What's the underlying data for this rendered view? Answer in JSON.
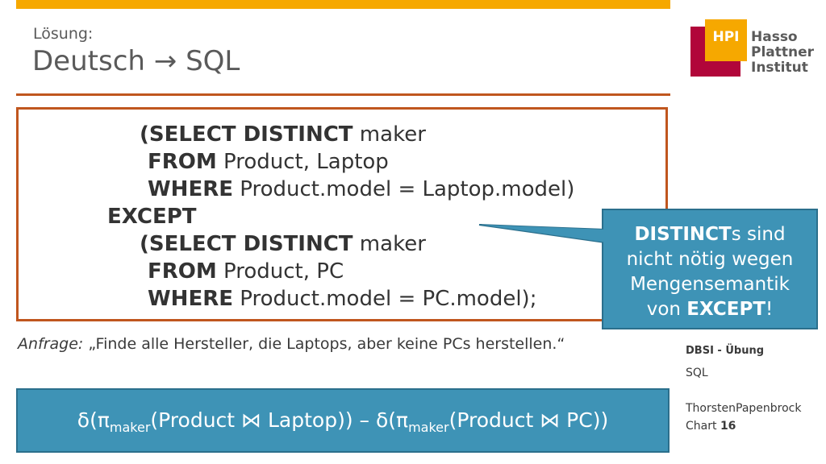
{
  "header": {
    "subtitle": "Lösung:",
    "title_left": "Deutsch",
    "title_arrow": "→",
    "title_right": "SQL"
  },
  "sql": [
    {
      "kw": "(SELECT DISTINCT",
      "rest": " maker"
    },
    {
      "kw": "FROM",
      "rest": " Product, Laptop"
    },
    {
      "kw": "WHERE",
      "rest": " Product.model = Laptop.model)"
    },
    {
      "kw": "EXCEPT",
      "rest": ""
    },
    {
      "kw": "(SELECT DISTINCT",
      "rest": " maker"
    },
    {
      "kw": "FROM",
      "rest": " Product, PC"
    },
    {
      "kw": "WHERE",
      "rest": " Product.model = PC.model);"
    }
  ],
  "query": {
    "label": "Anfrage:",
    "text": " „Finde alle Hersteller, die Laptops, aber keine PCs herstellen.“"
  },
  "formula": {
    "p1": "δ(π",
    "sub1": "maker",
    "p2": "(Product ⋈ Laptop)) – δ(π",
    "sub2": "maker",
    "p3": "(Product ⋈ PC))"
  },
  "callout": {
    "kw1": "DISTINCT",
    "t1": "s sind",
    "t2": "nicht nötig wegen",
    "t3": "Mengensemantik",
    "t4": "von ",
    "kw2": "EXCEPT",
    "t5": "!"
  },
  "logo": {
    "abbr": "HPI",
    "line1": "Hasso",
    "line2": "Plattner",
    "line3": "Institut"
  },
  "sidebar": {
    "course": "DBSI - Übung",
    "topic": "SQL",
    "author": "ThorstenPapenbrock",
    "chart_label": "Chart ",
    "chart_num": "16"
  },
  "colors": {
    "accent_orange": "#f6a800",
    "rule_red": "#c0561e",
    "callout_blue": "#3e93b6",
    "hpi_red": "#b1063a"
  }
}
